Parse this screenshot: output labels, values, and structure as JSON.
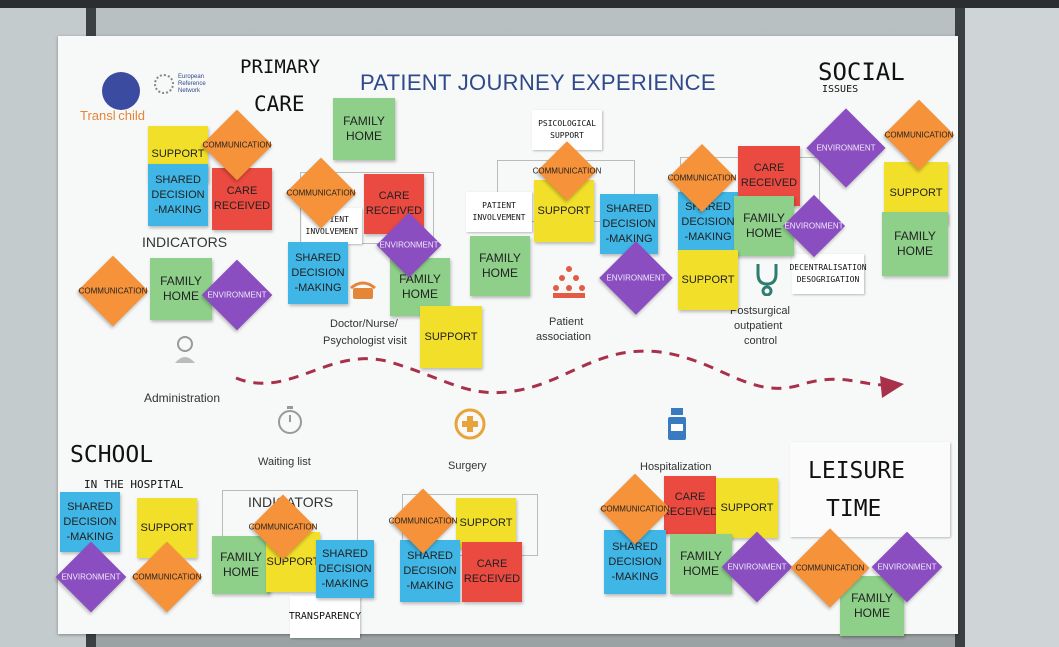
{
  "board": {
    "title": "PATIENT JOURNEY EXPERIENCE",
    "logo_text": "Transl child",
    "ern_logo_lines": [
      "European",
      "Reference",
      "Network"
    ]
  },
  "handwritten": {
    "primary_care_1": "PRIMARY",
    "primary_care_2": "CARE",
    "social_issues_1": "SOCIAL",
    "social_issues_2": "ISSUES",
    "school_1": "SCHOOL",
    "school_2": "IN THE HOSPITAL",
    "leisure_1": "LEISURE",
    "leisure_2": "TIME"
  },
  "cards": {
    "psychological_support": "PSICOLOGICAL SUPPORT",
    "patient_involvement_1": "PATIENT INVOLVEMENT",
    "patient_involvement_2": "PATIENT INVOLVEMENT",
    "decentralisation": "DECENTRALISATION DESOGRIGATION",
    "transparency": "TRANSPARENCY"
  },
  "labels": {
    "indicators": "INDICATORS",
    "administration": "Administration",
    "doctor_visit_1": "Doctor/Nurse/",
    "doctor_visit_2": "Psychologist visit",
    "patient_association_1": "Patient",
    "patient_association_2": "association",
    "postsurgical_1": "Postsurgical",
    "postsurgical_2": "outpatient",
    "postsurgical_3": "control",
    "waiting_list": "Waiting list",
    "surgery": "Surgery",
    "hospitalization": "Hospitalization"
  },
  "notes": {
    "family_home": "FAMILY HOME",
    "support": "SUPPORT",
    "shared_decision": "SHARED DECISION -MAKING",
    "care_received": "CARE RECEIVED",
    "communication": "COMMUNICATION",
    "environment": "ENVIRONMENT"
  },
  "colors": {
    "green": "#8ed08a",
    "yellow": "#f2df2a",
    "cyan": "#3fb6e6",
    "red": "#ea4a3f",
    "orange": "#f5923a",
    "purple": "#8a4ec1",
    "title_blue": "#2f4a8a",
    "path_red": "#a8304a"
  },
  "icons": [
    "headset-agent-icon",
    "stopwatch-icon",
    "telephone-icon",
    "people-group-icon",
    "first-aid-cross-icon",
    "stethoscope-icon",
    "medicine-bottle-icon",
    "arrow-path-icon"
  ]
}
